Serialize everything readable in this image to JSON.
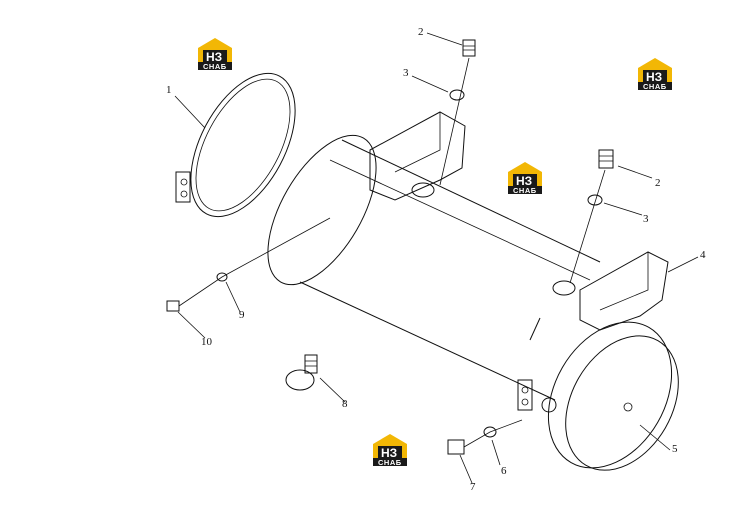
{
  "watermark": {
    "brand_mark": "НЗ",
    "brand_word": "СНАБ",
    "color_accent": "#f2b705",
    "color_dark": "#1a1a1a"
  },
  "callouts": [
    "1",
    "2",
    "3",
    "2",
    "3",
    "4",
    "5",
    "6",
    "7",
    "8",
    "9",
    "10"
  ]
}
